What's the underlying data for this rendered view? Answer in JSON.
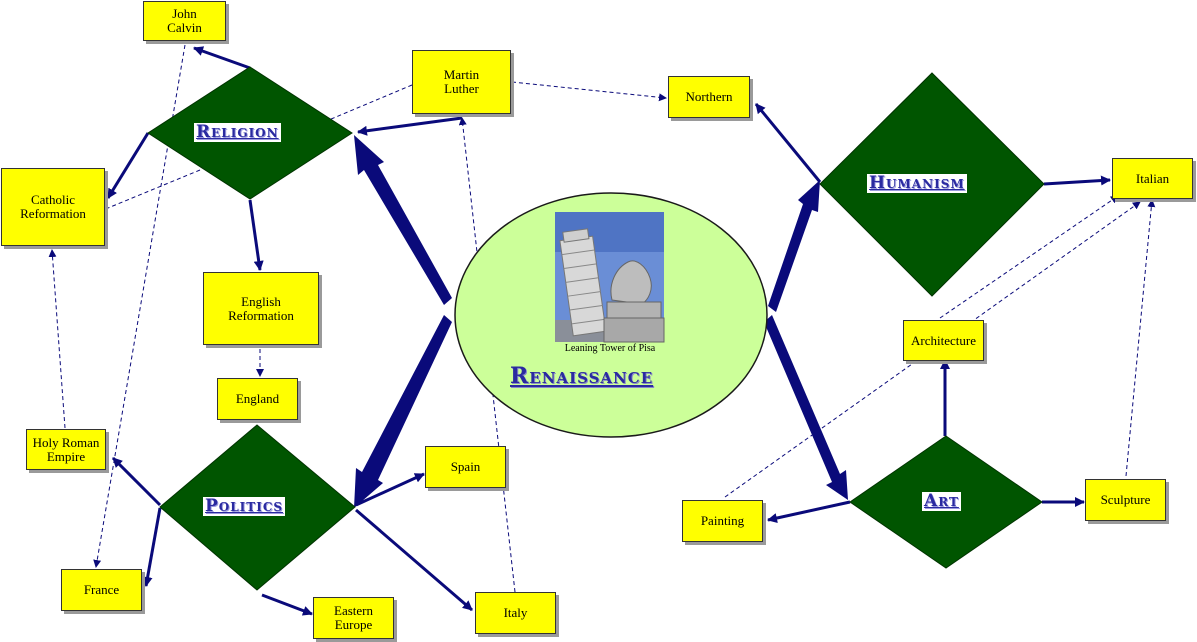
{
  "center": {
    "title": "Renaissance",
    "caption": "Leaning Tower of Pisa"
  },
  "diamonds": {
    "religion": "Religion",
    "politics": "Politics",
    "humanism": "Humanism",
    "art": "Art"
  },
  "boxes": {
    "john_calvin": "John\nCalvin",
    "martin_luther": "Martin\nLuther",
    "catholic_reformation": "Catholic\nReformation",
    "english_reformation": "English\nReformation",
    "england": "England",
    "holy_roman_empire": "Holy Roman\nEmpire",
    "france": "France",
    "eastern_europe": "Eastern\nEurope",
    "spain": "Spain",
    "italy": "Italy",
    "northern": "Northern",
    "italian": "Italian",
    "architecture": "Architecture",
    "painting": "Painting",
    "sculpture": "Sculpture"
  },
  "colors": {
    "box": "#ffff00",
    "diamond": "#005500",
    "arrow": "#0a0a7a",
    "ellipse": "#ccff99",
    "title": "#2a2aa0"
  }
}
